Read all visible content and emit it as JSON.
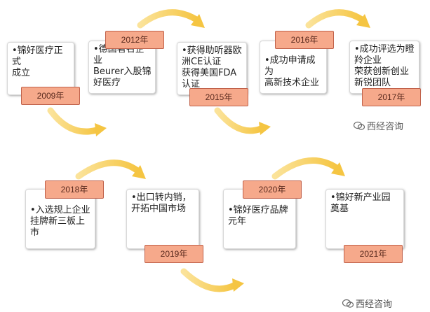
{
  "milestones": [
    {
      "year": "2009年",
      "text": "•锦好医疗正式\n成立"
    },
    {
      "year": "2012年",
      "text": "•德国著名企业\nBeurer入股锦\n好医疗"
    },
    {
      "year": "2015年",
      "text": "•获得助听器欧\n洲CE认证\n获得美国FDA\n认证"
    },
    {
      "year": "2016年",
      "text": "•成功申请成为\n高新技术企业"
    },
    {
      "year": "2017年",
      "text": "•成功评选为瞪\n羚企业\n荣获创新创业\n新锐团队"
    },
    {
      "year": "2018年",
      "text": "•入选规上企业\n挂牌新三板上\n市"
    },
    {
      "year": "2019年",
      "text": "•出口转内销，\n开拓中国市场"
    },
    {
      "year": "2020年",
      "text": "•锦好医疗品牌\n元年"
    },
    {
      "year": "2021年",
      "text": "•锦好新产业园\n奠基"
    }
  ],
  "watermarks": [
    "西经咨询",
    "西经咨询"
  ],
  "colors": {
    "year_fill": "#f6a98b",
    "year_border": "#c0614a",
    "arrow": "#f5c542"
  }
}
